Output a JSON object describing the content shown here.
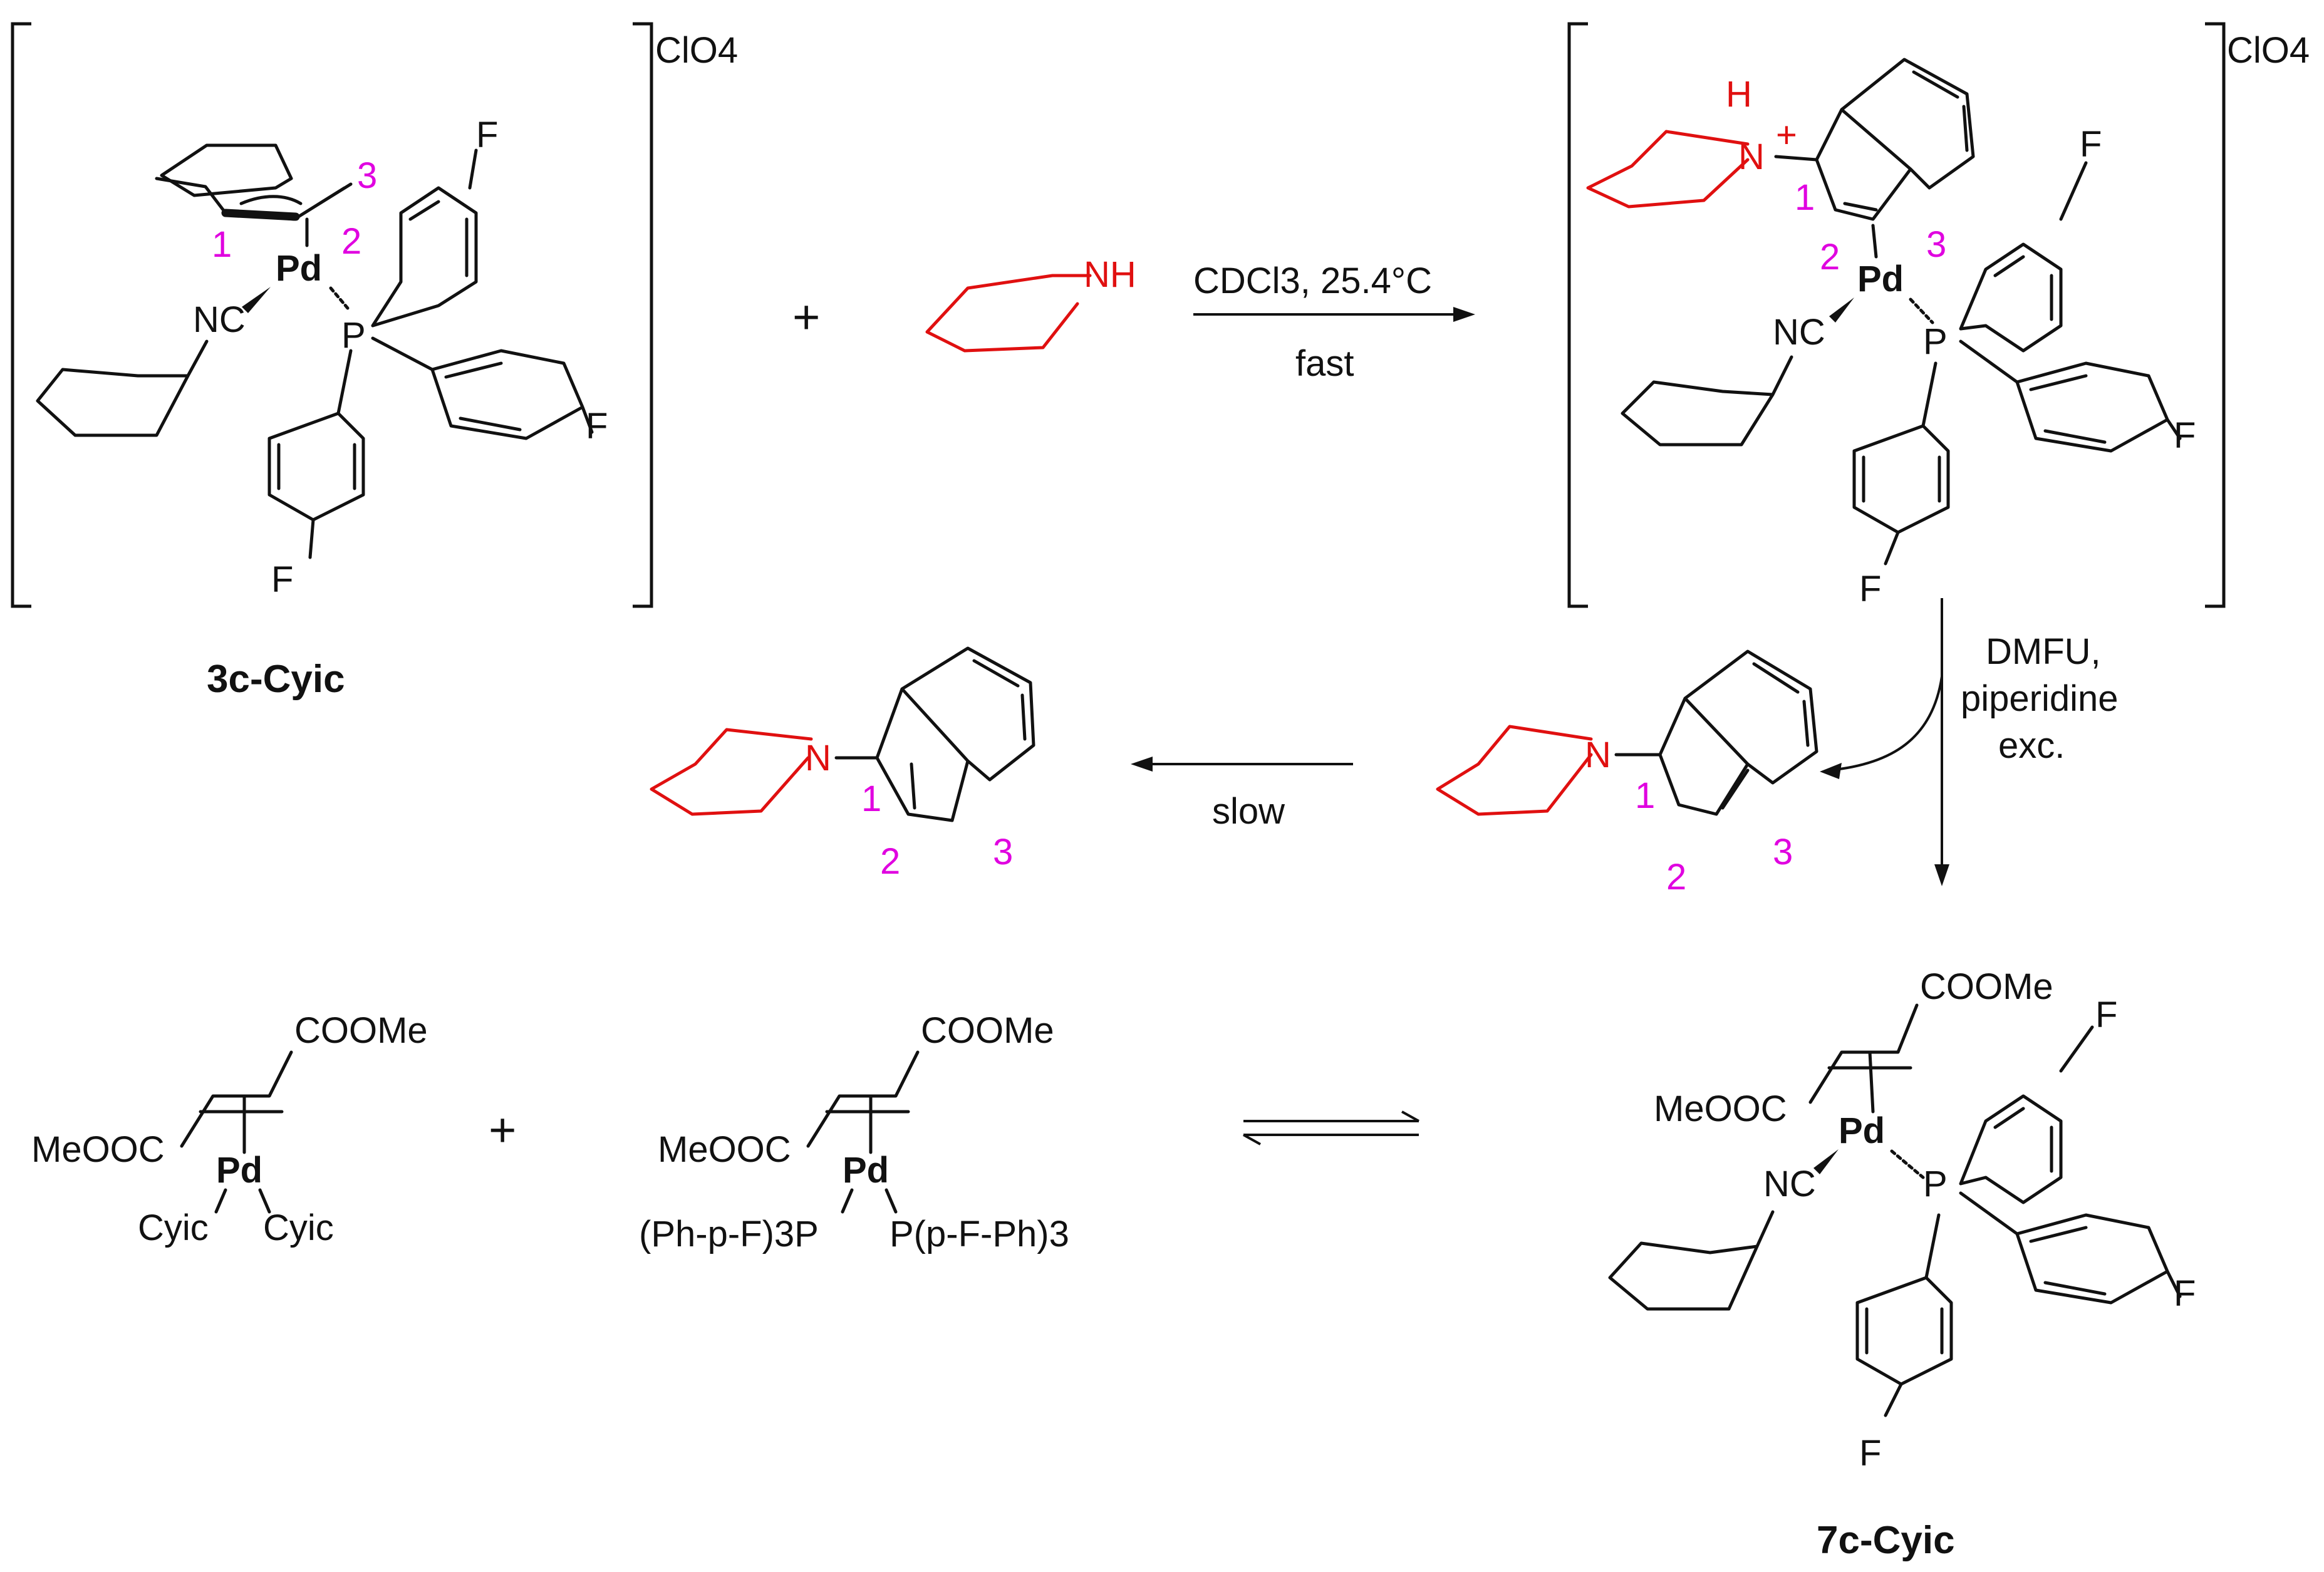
{
  "counterion": "ClO4",
  "compound_1": {
    "name": "3c-Cyic",
    "metal": "Pd",
    "isonitrile": "NC",
    "phosphorus": "P",
    "fluorine": "F",
    "positions": [
      "1",
      "2",
      "3"
    ]
  },
  "plus": "+",
  "piperidine_label": "NH",
  "step1": {
    "conditions": "CDCl3, 25.4°C",
    "rate": "fast"
  },
  "intermediate": {
    "hydrogen": "H",
    "nitrogen": "N",
    "charge": "+",
    "metal": "Pd",
    "isonitrile": "NC",
    "phosphorus": "P",
    "fluorine": "F",
    "positions": [
      "1",
      "2",
      "3"
    ]
  },
  "step2": {
    "line1": "DMFU,",
    "line2": "piperidine",
    "line3": "exc."
  },
  "amine_1": {
    "nitrogen": "N",
    "positions": [
      "1",
      "2",
      "3"
    ]
  },
  "step3": {
    "rate": "slow"
  },
  "amine_2": {
    "nitrogen": "N",
    "positions": [
      "1",
      "2",
      "3"
    ]
  },
  "fumarate_cyic": {
    "ester_top": "COOMe",
    "ester_left": "MeOOC",
    "metal": "Pd",
    "ligand_left": "Cyic",
    "ligand_right": "Cyic"
  },
  "fumarate_phos": {
    "ester_top": "COOMe",
    "ester_left": "MeOOC",
    "metal": "Pd",
    "ligand_left": "(Ph-p-F)3P",
    "ligand_right": "P(p-F-Ph)3"
  },
  "compound_2": {
    "name": "7c-Cyic",
    "ester_top": "COOMe",
    "ester_left": "MeOOC",
    "metal": "Pd",
    "isonitrile": "NC",
    "phosphorus": "P",
    "fluorine": "F"
  },
  "colors": {
    "amine": "#e01010",
    "locant": "#e000e0",
    "ink": "#111111"
  }
}
